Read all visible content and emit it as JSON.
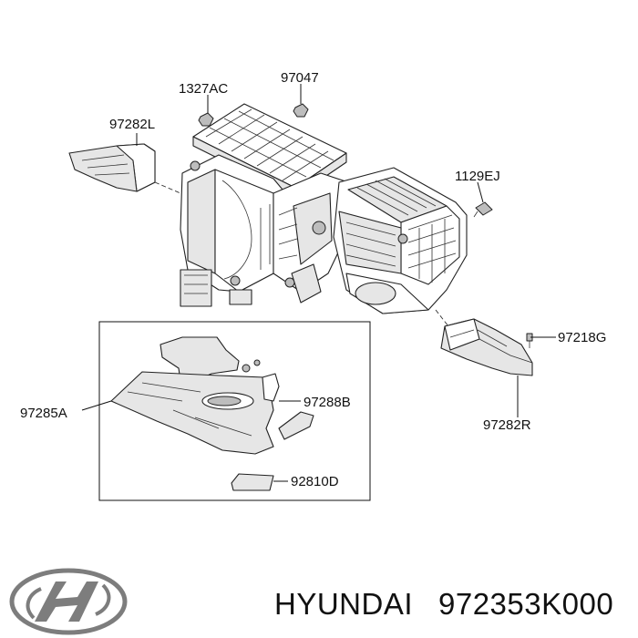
{
  "callouts": {
    "c1327ac": "1327AC",
    "c97047": "97047",
    "c97282l": "97282L",
    "c1129ej": "1129EJ",
    "c97218g": "97218G",
    "c97282r": "97282R",
    "c97285a": "97285A",
    "c97288b": "97288B",
    "c92810d": "92810D"
  },
  "footer": {
    "brand": "HYUNDAI",
    "part_number": "972353K000"
  },
  "logo": {
    "name": "hyundai-logo-icon",
    "text": "Hyundai"
  }
}
